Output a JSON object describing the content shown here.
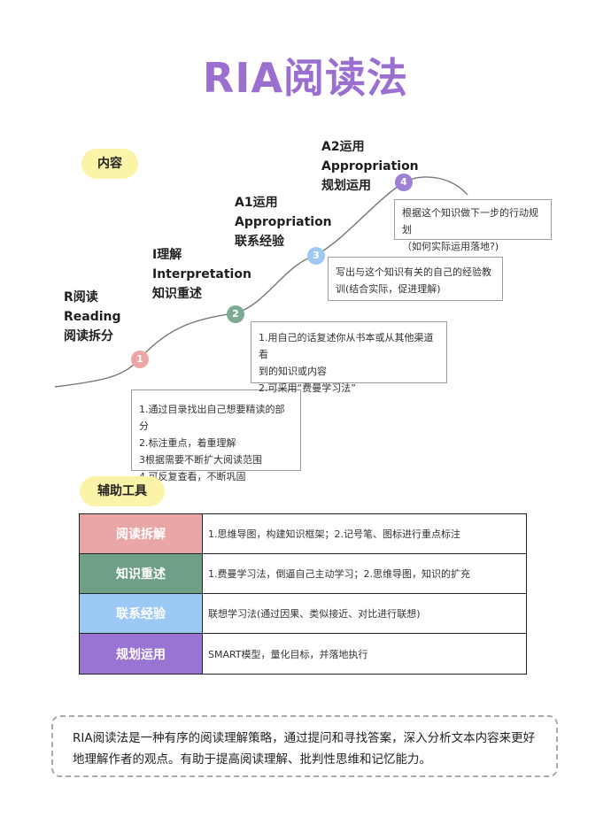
{
  "title": "RIA阅读法",
  "section_content": "内容",
  "section_tools": "辅助工具",
  "stages": [
    {
      "number": "1",
      "lines": [
        "R阅读",
        "Reading",
        "阅读拆分"
      ],
      "color": "#eba6a4",
      "notes": [
        "1.通过目录找出自己想要精读的部分",
        "2.标注重点，着重理解",
        "3根据需要不断扩大阅读范围",
        "4.可反复查看，不断巩固"
      ]
    },
    {
      "number": "2",
      "lines": [
        "I理解",
        "Interpretation",
        "知识重述"
      ],
      "color": "#7daa93",
      "notes": [
        "1.用自己的话复述你从书本或从其他渠道看",
        "到的知识或内容",
        "2.可采用“费曼学习法”"
      ]
    },
    {
      "number": "3",
      "lines": [
        "A1运用",
        "Appropriation",
        "联系经验"
      ],
      "color": "#9fc9f3",
      "notes": [
        "写出与这个知识有关的自己的经验教",
        "训(结合实际，促进理解)"
      ]
    },
    {
      "number": "4",
      "lines": [
        "A2运用",
        "Appropriation",
        "规划运用"
      ],
      "color": "#a07fd6",
      "notes": [
        "根据这个知识做下一步的行动规划",
        "（如何实际运用落地?)"
      ]
    }
  ],
  "tools": [
    {
      "name": "阅读拆解",
      "desc": "1.思维导图，构建知识框架；2.记号笔、图标进行重点标注",
      "color": "#e9a6a6"
    },
    {
      "name": "知识重述",
      "desc": "1.费曼学习法，倒逼自己主动学习；2.思维导图，知识的扩充",
      "color": "#6f9f87"
    },
    {
      "name": "联系经验",
      "desc": "联想学习法(通过因果、类似接近、对比进行联想)",
      "color": "#9cc8f6"
    },
    {
      "name": "规划运用",
      "desc": "SMART模型，量化目标，并落地执行",
      "color": "#9a74d2"
    }
  ],
  "summary": "RIA阅读法是一种有序的阅读理解策略，通过提问和寻找答案，深入分析文本内容来更好地理解作者的观点。有助于提高阅读理解、批判性思维和记忆能力。"
}
